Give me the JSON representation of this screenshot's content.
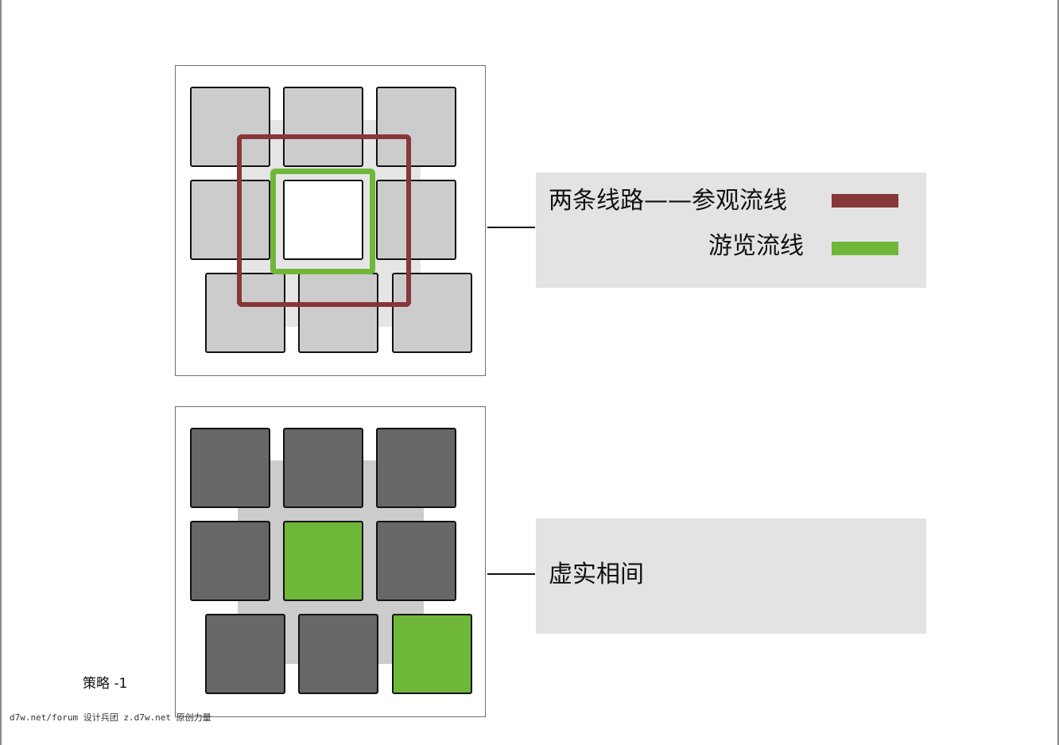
{
  "colors": {
    "visit_route": "#87363a",
    "tour_route": "#6fb738",
    "light_block": "#cccccc",
    "dark_block": "#676767",
    "green_block": "#6fb738",
    "circulation_band": "#e5e5e5",
    "void_underlay": "#cccccc",
    "legend_bg": "#e3e3e3"
  },
  "strategy_routes": {
    "title": "两条线路——参观流线",
    "visit_label": "参观流线",
    "tour_label": "游览流线"
  },
  "strategy_void": {
    "title": "虚实相间"
  },
  "caption": "策略 -1",
  "watermark": "d7w.net/forum 设计兵团 z.d7w.net 原创力量"
}
